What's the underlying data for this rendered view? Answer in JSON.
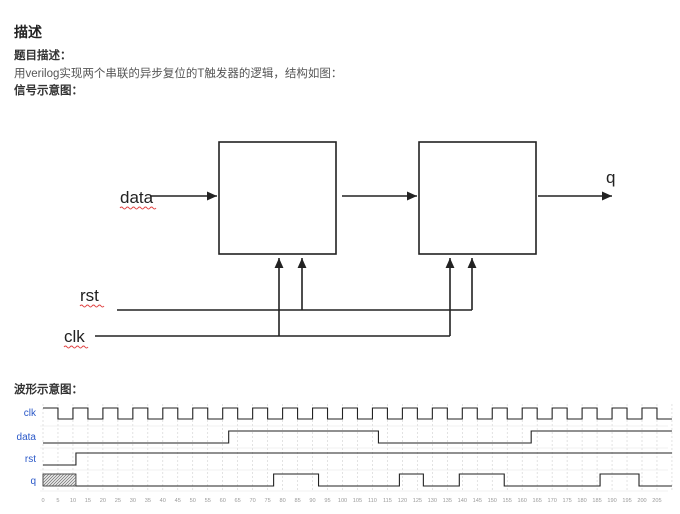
{
  "heading": "描述",
  "sections": {
    "problem_label": "题目描述：",
    "problem_text": "用verilog实现两个串联的异步复位的T触发器的逻辑，结构如图：",
    "signal_label": "信号示意图：",
    "wave_label": "波形示意图："
  },
  "diagram": {
    "data_label": "data",
    "q_label": "q",
    "rst_label": "rst",
    "clk_label": "clk"
  },
  "waveform": {
    "signals": [
      "clk",
      "data",
      "rst",
      "q"
    ],
    "ticks": [
      "0",
      "5",
      "10",
      "15",
      "20",
      "25",
      "30",
      "35",
      "40",
      "45",
      "50",
      "55",
      "60",
      "65",
      "70",
      "75",
      "80",
      "85",
      "90",
      "95",
      "100",
      "105",
      "110",
      "115",
      "120",
      "125",
      "130",
      "135",
      "140",
      "145",
      "150",
      "155",
      "160",
      "165",
      "170",
      "175",
      "180",
      "185",
      "190",
      "195",
      "200",
      "205"
    ],
    "clock_period": 10,
    "data_high": [
      [
        62,
        112
      ],
      [
        163,
        210
      ]
    ],
    "rst_high_from": 11,
    "q_unknown_until": 11,
    "q_high": [
      [
        77,
        92
      ],
      [
        119,
        127
      ],
      [
        139,
        154
      ],
      [
        186,
        199
      ]
    ],
    "colors": {
      "trace": "#222222",
      "grid": "#cfcfcf",
      "signal_name": "#2a58c8",
      "tick": "#9a9a9a"
    }
  }
}
